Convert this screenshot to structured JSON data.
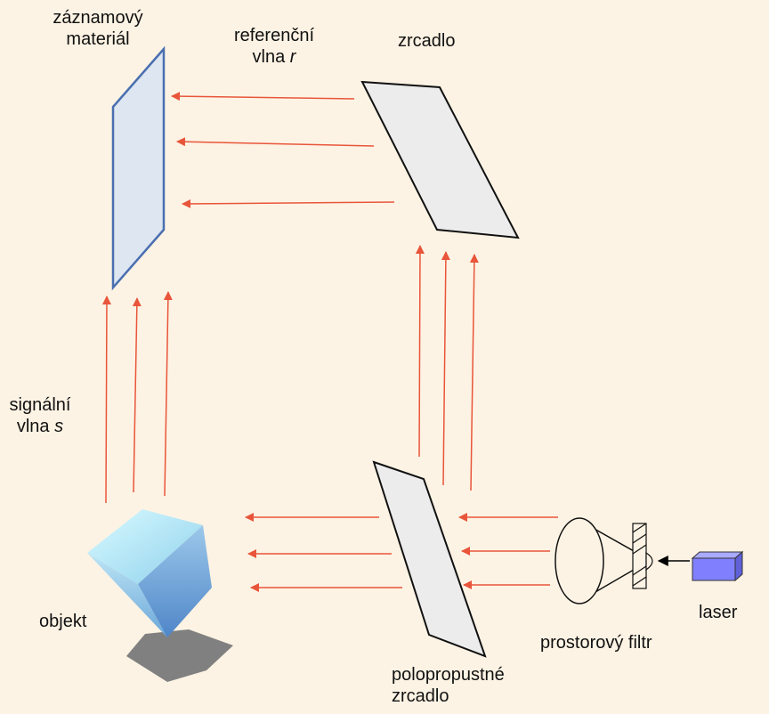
{
  "labels": {
    "recording_material": [
      "záznamový",
      "materiál"
    ],
    "reference_wave": {
      "line1": "referenční",
      "line2_text": "vlna",
      "line2_var": "r"
    },
    "mirror": "zrcadlo",
    "signal_wave": {
      "line1": "signální",
      "line2_text": "vlna",
      "line2_var": "s"
    },
    "object": "objekt",
    "beam_splitter": [
      "polopropustné",
      "zrcadlo"
    ],
    "spatial_filter": "prostorový filtr",
    "laser": "laser"
  },
  "colors": {
    "background": "#fdf3e4",
    "beam": "#e8553a",
    "recording_plate_fill": "#dde6f1",
    "recording_plate_edge": "#4a6fb0",
    "mirror_fill": "#ececec",
    "laser_fill": "#8080ff",
    "object_floor": "#808080"
  }
}
